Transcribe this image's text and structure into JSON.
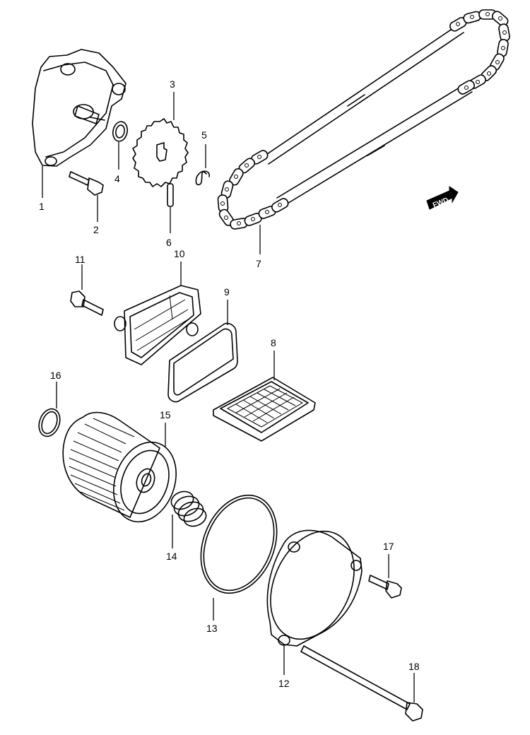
{
  "callouts": {
    "c1": "1",
    "c2": "2",
    "c3": "3",
    "c4": "4",
    "c5": "5",
    "c6": "6",
    "c7": "7",
    "c8": "8",
    "c9": "9",
    "c10": "10",
    "c11": "11",
    "c12": "12",
    "c13": "13",
    "c14": "14",
    "c15": "15",
    "c16": "16",
    "c17": "17",
    "c18": "18"
  },
  "direction_badge": "FWD"
}
